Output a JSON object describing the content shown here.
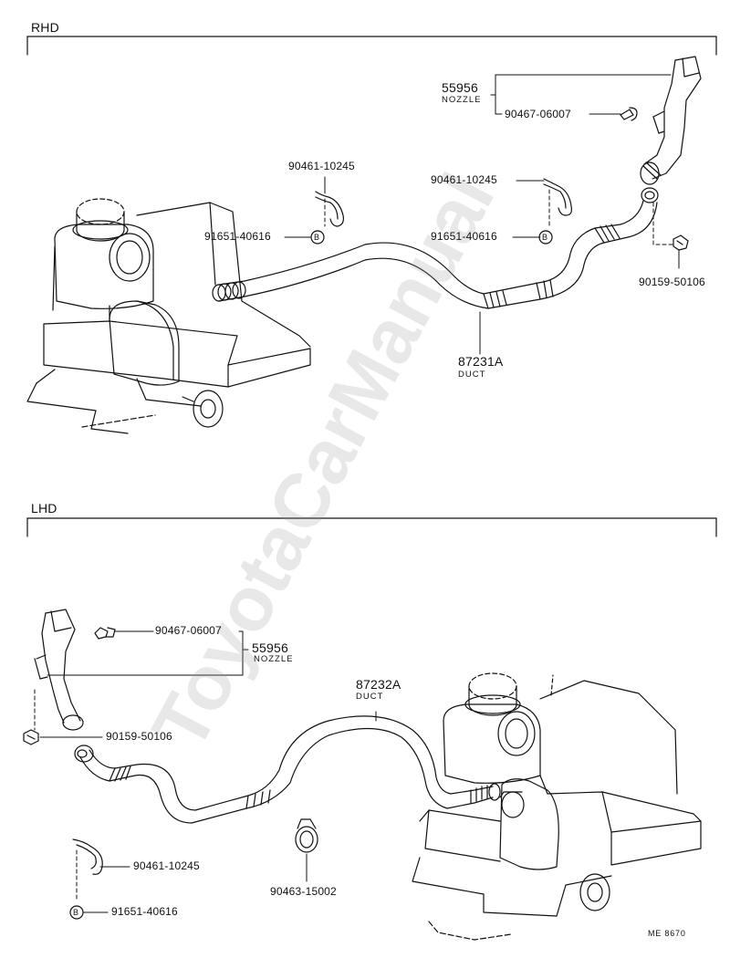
{
  "sections": {
    "rhd": "RHD",
    "lhd": "LHD"
  },
  "rhd": {
    "nozzle_part": "55956",
    "nozzle_name": "NOZZLE",
    "screw": "90467-06007",
    "clamp": "90461-10245",
    "clamp_a": "90461-10245",
    "grommet": "91651-40616",
    "grommet_a": "91651-40616",
    "bolt": "90159-50106",
    "duct_part": "87231A",
    "duct_name": "DUCT",
    "circle_mark": "B"
  },
  "lhd": {
    "screw": "90467-06007",
    "nozzle_part": "55956",
    "nozzle_name": "NOZZLE",
    "bolt": "90159-50106",
    "duct_part": "87232A",
    "duct_name": "DUCT",
    "clamp": "90461-10245",
    "hose_clamp": "90463-15002",
    "grommet": "91651-40616",
    "circle_mark": "B"
  },
  "footer": {
    "code": "ME 8670"
  },
  "watermark": "ToyotaCarManual"
}
